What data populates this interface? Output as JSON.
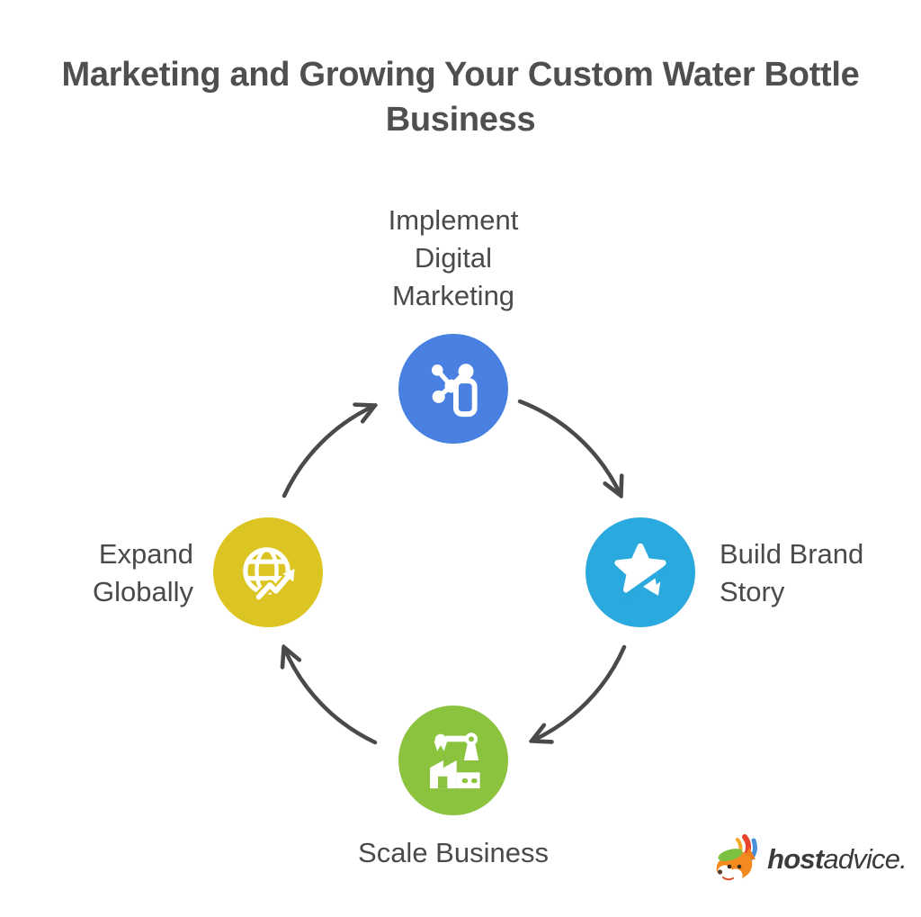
{
  "title": "Marketing and Growing Your Custom Water Bottle Business",
  "cycle": {
    "direction": "clockwise",
    "arrow_color": "#4a4a4a",
    "steps": [
      {
        "label": "Implement Digital Marketing",
        "position": "top",
        "color": "#4a80e1",
        "icon": "digital-marketing-network-phone-icon"
      },
      {
        "label": "Build Brand Story",
        "position": "right",
        "color": "#29a9dd",
        "icon": "brand-star-icon"
      },
      {
        "label": "Scale Business",
        "position": "bottom",
        "color": "#8bc23e",
        "icon": "factory-automation-icon"
      },
      {
        "label": "Expand Globally",
        "position": "left",
        "color": "#dcc522",
        "icon": "globe-growth-arrow-icon"
      }
    ]
  },
  "logo": {
    "brand_bold": "host",
    "brand_regular": "advice.",
    "icon": "hostadvice-fox-icon",
    "text_color": "#3b3b3b"
  },
  "text_colors": {
    "title": "#4f4f4f",
    "labels": "#4a4a4a"
  }
}
